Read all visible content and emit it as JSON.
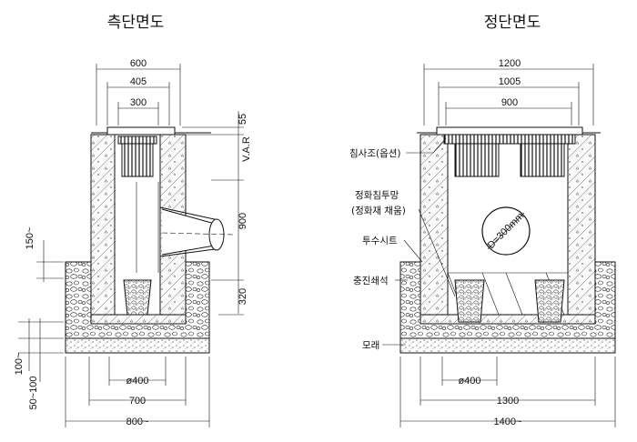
{
  "side_view": {
    "title": "측단면도",
    "dims": {
      "top_600": "600",
      "top_405": "405",
      "top_300": "300",
      "right_55": "55",
      "right_var": "V.A.R",
      "right_900": "900",
      "right_320": "320",
      "left_150": "150~",
      "left_100": "100~",
      "left_50_100": "50~100",
      "bottom_400": "ø400",
      "bottom_700": "700",
      "bottom_800": "800~"
    }
  },
  "front_view": {
    "title": "정단면도",
    "dims": {
      "top_1200": "1200",
      "top_1005": "1005",
      "top_900": "900",
      "pipe": "D=300mm",
      "bottom_400": "ø400",
      "bottom_1300": "1300",
      "bottom_1400": "1400~"
    },
    "labels": {
      "sediment": "침사조(옵션)",
      "filter_line1": "정화침투망",
      "filter_line2": "(정화재 채움)",
      "sheet": "투수시트",
      "gravel": "충진쇄석",
      "sand": "모래"
    }
  }
}
